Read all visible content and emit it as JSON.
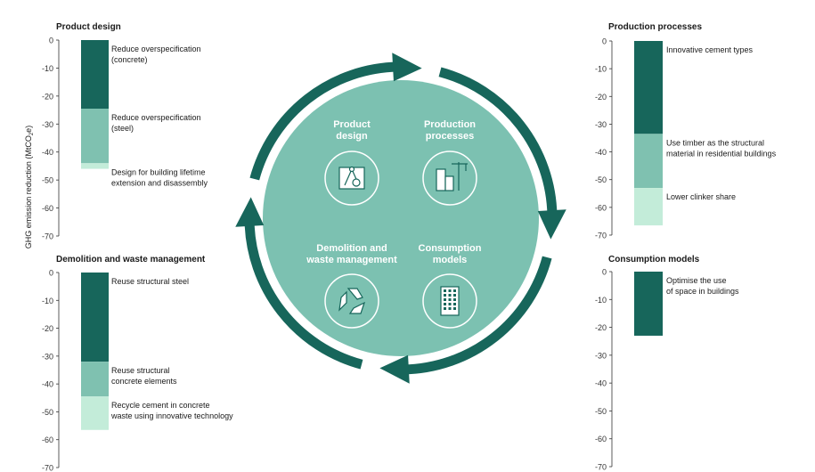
{
  "y_axis_label": "GHG emission reduction (MtCO",
  "y_axis_label_sub": "2",
  "y_axis_label_end": "e)",
  "colors": {
    "dark": "#17665b",
    "mid": "#7fc1b0",
    "light": "#c3ecd9",
    "circle": "#7cc1b1",
    "arrow": "#17665b",
    "icon_fill": "#ffffff",
    "icon_stroke": "#17665b"
  },
  "cycle": {
    "quadrants": [
      {
        "label_lines": [
          "Product",
          "design"
        ],
        "icon": "blueprint-compass-gear-icon"
      },
      {
        "label_lines": [
          "Production",
          "processes"
        ],
        "icon": "buildings-crane-icon"
      },
      {
        "label_lines": [
          "Demolition and",
          "waste management"
        ],
        "icon": "recycle-arrows-icon"
      },
      {
        "label_lines": [
          "Consumption",
          "models"
        ],
        "icon": "office-building-icon"
      }
    ]
  },
  "chart_data": [
    {
      "type": "bar",
      "stacked": true,
      "title": "Product design",
      "ylim": [
        -70,
        0
      ],
      "yticks": [
        0,
        -10,
        -20,
        -30,
        -40,
        -50,
        -60,
        -70
      ],
      "segments": [
        {
          "label_lines": [
            "Reduce overspecification",
            "(concrete)"
          ],
          "value": -24.5,
          "color": "dark"
        },
        {
          "label_lines": [
            "Reduce overspecification",
            "(steel)"
          ],
          "value": -19.5,
          "color": "mid"
        },
        {
          "label_lines": [
            "Design for building lifetime",
            "extension and disassembly"
          ],
          "value": -2,
          "color": "light"
        }
      ]
    },
    {
      "type": "bar",
      "stacked": true,
      "title": "Production processes",
      "ylim": [
        -70,
        0
      ],
      "yticks": [
        0,
        -10,
        -20,
        -30,
        -40,
        -50,
        -60,
        -70
      ],
      "segments": [
        {
          "label_lines": [
            "Innovative cement types"
          ],
          "value": -33.5,
          "color": "dark"
        },
        {
          "label_lines": [
            "Use timber as the structural",
            "material in residential buildings"
          ],
          "value": -19.5,
          "color": "mid"
        },
        {
          "label_lines": [
            "Lower clinker share"
          ],
          "value": -13.5,
          "color": "light"
        }
      ]
    },
    {
      "type": "bar",
      "stacked": true,
      "title": "Demolition and waste management",
      "ylim": [
        -70,
        0
      ],
      "yticks": [
        0,
        -10,
        -20,
        -30,
        -40,
        -50,
        -60,
        -70
      ],
      "segments": [
        {
          "label_lines": [
            "Reuse structural steel"
          ],
          "value": -32,
          "color": "dark"
        },
        {
          "label_lines": [
            "Reuse structural",
            "concrete elements"
          ],
          "value": -12.5,
          "color": "mid"
        },
        {
          "label_lines": [
            "Recycle cement in concrete",
            "waste using innovative technology"
          ],
          "value": -12,
          "color": "light"
        }
      ]
    },
    {
      "type": "bar",
      "stacked": true,
      "title": "Consumption models",
      "ylim": [
        -70,
        0
      ],
      "yticks": [
        0,
        -10,
        -20,
        -30,
        -40,
        -50,
        -60,
        -70
      ],
      "segments": [
        {
          "label_lines": [
            "Optimise the use",
            "of space in buildings"
          ],
          "value": -23,
          "color": "dark"
        }
      ]
    }
  ]
}
